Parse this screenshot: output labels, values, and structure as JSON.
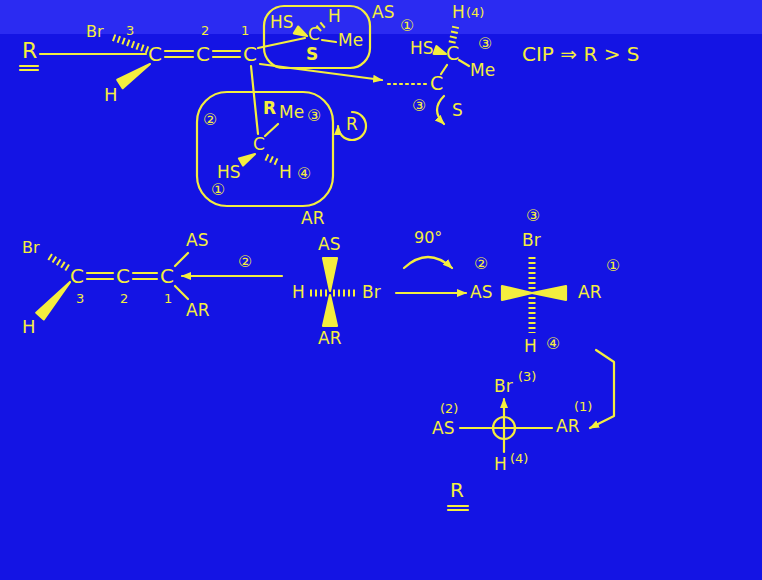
{
  "diagram": {
    "nodes": [
      {
        "text": [
          "AS",
          "HS",
          "H",
          "C",
          "S",
          "Me"
        ]
      },
      {
        "text": [
          "AR",
          "②",
          "R",
          "Me",
          "③",
          "C",
          "HS",
          "①",
          "H",
          "④"
        ]
      }
    ],
    "labels": [
      "R",
      "Br",
      "3",
      "C",
      "2",
      "C",
      "1",
      "C",
      "H",
      "①",
      "HS",
      "H",
      "(4)",
      "C",
      "③",
      "Me",
      "C",
      "③",
      "S",
      "CIP ⇒ R > S",
      "R",
      "Br",
      "C",
      "3",
      "C",
      "2",
      "C",
      "1",
      "H",
      "AS",
      "AR",
      "②",
      "AS",
      "H",
      "Br",
      "AR",
      "90°",
      "③",
      "Br",
      "②",
      "AS",
      "AR",
      "①",
      "H",
      "④",
      "Br",
      "(3)",
      "(2)",
      "AS",
      "AR",
      "(1)",
      "H",
      "(4)",
      "R"
    ]
  }
}
